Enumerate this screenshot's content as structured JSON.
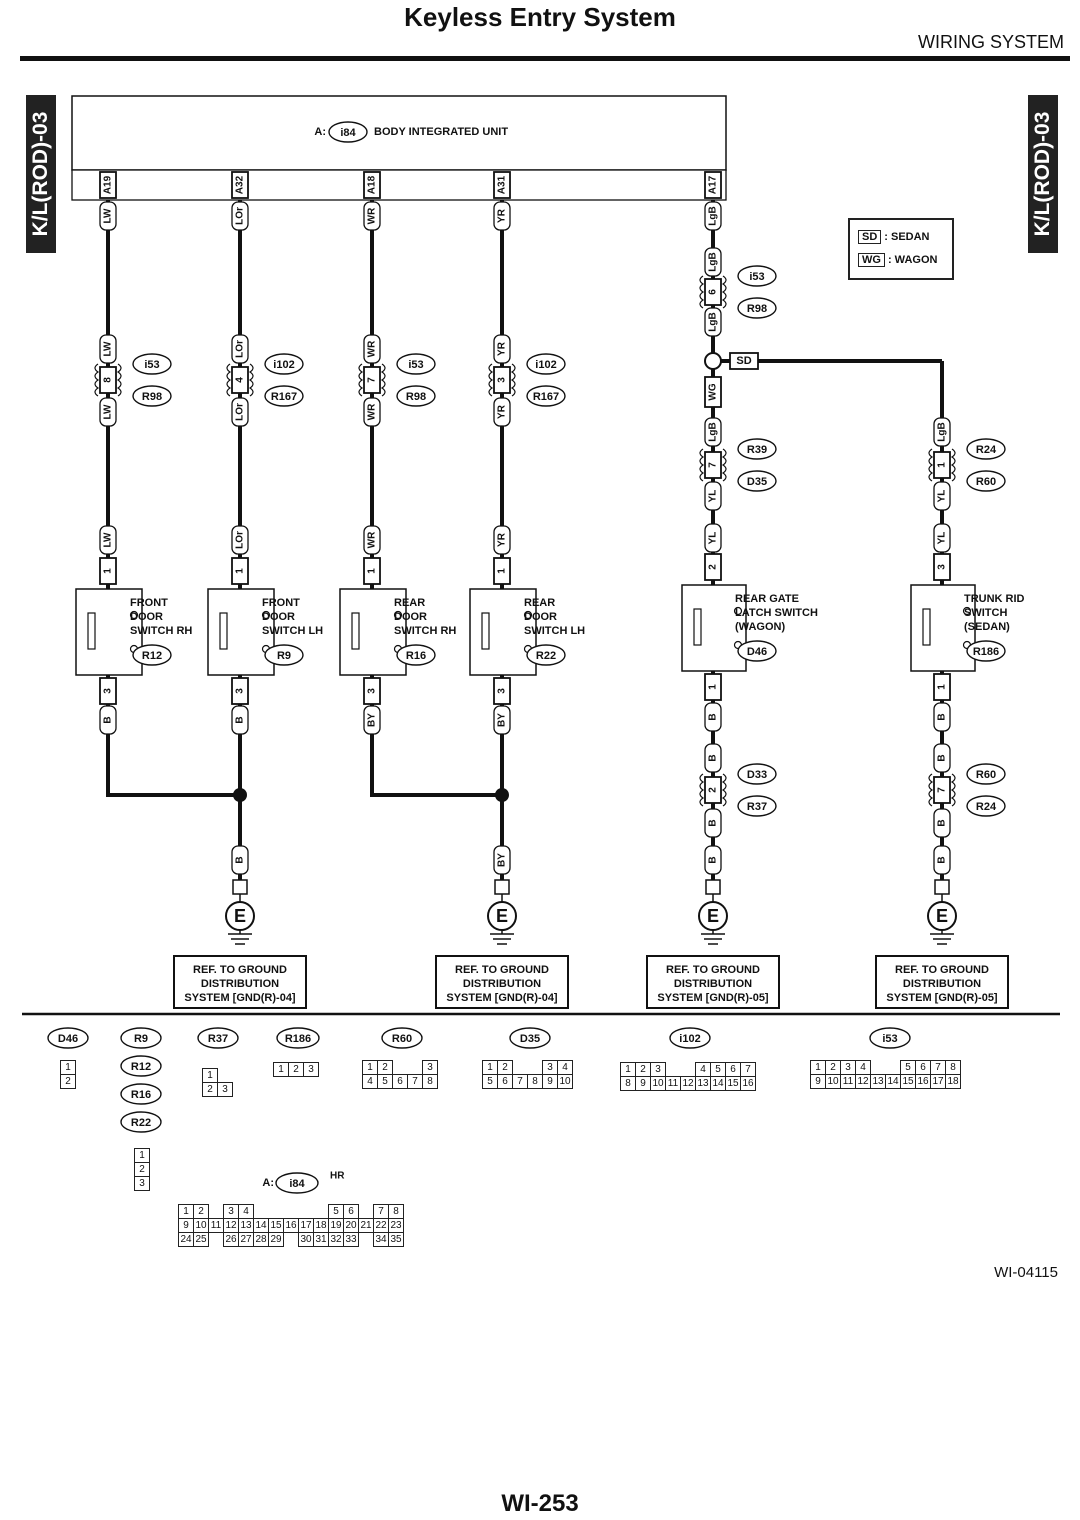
{
  "header": {
    "title": "Keyless Entry System",
    "section": "WIRING SYSTEM",
    "side_tab": "K/L(ROD)-03"
  },
  "body_unit": {
    "prefix": "A:",
    "connector": "i84",
    "label": "BODY INTEGRATED UNIT"
  },
  "legend": [
    {
      "code": "SD",
      "label": ": SEDAN"
    },
    {
      "code": "WG",
      "label": ": WAGON"
    }
  ],
  "splice": {
    "label": "SD",
    "wire_wg": "WG"
  },
  "circuits": [
    {
      "id": "c1",
      "pin": "A19",
      "wire": "LW",
      "conn_pin": "8",
      "conn_top": "i53",
      "conn_bot": "R98",
      "sw_pin_top": "1",
      "switch": [
        "FRONT",
        "DOOR",
        "SWITCH RH"
      ],
      "switch_conn": "R12",
      "sw_pin_bot": "3",
      "wire_out": "B"
    },
    {
      "id": "c2",
      "pin": "A32",
      "wire": "LOr",
      "conn_pin": "4",
      "conn_top": "i102",
      "conn_bot": "R167",
      "sw_pin_top": "1",
      "switch": [
        "FRONT",
        "DOOR",
        "SWITCH LH"
      ],
      "switch_conn": "R9",
      "sw_pin_bot": "3",
      "wire_out": "B"
    },
    {
      "id": "c3",
      "pin": "A18",
      "wire": "WR",
      "conn_pin": "7",
      "conn_top": "i53",
      "conn_bot": "R98",
      "sw_pin_top": "1",
      "switch": [
        "REAR",
        "DOOR",
        "SWITCH RH"
      ],
      "switch_conn": "R16",
      "sw_pin_bot": "3",
      "wire_out": "BY"
    },
    {
      "id": "c4",
      "pin": "A31",
      "wire": "YR",
      "conn_pin": "3",
      "conn_top": "i102",
      "conn_bot": "R167",
      "sw_pin_top": "1",
      "switch": [
        "REAR",
        "DOOR",
        "SWITCH LH"
      ],
      "switch_conn": "R22",
      "sw_pin_bot": "3",
      "wire_out": "BY"
    }
  ],
  "gate": {
    "pin": "A17",
    "wire": "LgB",
    "conn_pin": "6",
    "conn_top": "i53",
    "conn_bot": "R98",
    "conn2_pin": "7",
    "conn2_top": "R39",
    "conn2_bot": "D35",
    "wire2": "YL",
    "sw_pin_top": "2",
    "switch": [
      "REAR GATE",
      "LATCH SWITCH",
      "(WAGON)"
    ],
    "switch_conn": "D46",
    "sw_pin_bot": "1",
    "wire_out": "B",
    "conn3_pin": "2",
    "conn3_top": "D33",
    "conn3_bot": "R37"
  },
  "trunk": {
    "wire": "LgB",
    "conn_pin": "1",
    "conn_top": "R24",
    "conn_bot": "R60",
    "wire2": "YL",
    "sw_pin_top": "3",
    "switch": [
      "TRUNK RID",
      "SWITCH",
      "(SEDAN)"
    ],
    "switch_conn": "R186",
    "sw_pin_bot": "1",
    "wire_out": "B",
    "conn3_pin": "7",
    "conn3_top": "R60",
    "conn3_bot": "R24"
  },
  "grounds": [
    {
      "symbol": "E",
      "ref": [
        "REF. TO GROUND",
        "DISTRIBUTION",
        "SYSTEM [GND(R)-04]"
      ]
    },
    {
      "symbol": "E",
      "ref": [
        "REF. TO GROUND",
        "DISTRIBUTION",
        "SYSTEM [GND(R)-04]"
      ]
    },
    {
      "symbol": "E",
      "ref": [
        "REF. TO GROUND",
        "DISTRIBUTION",
        "SYSTEM [GND(R)-05]"
      ]
    },
    {
      "symbol": "E",
      "ref": [
        "REF. TO GROUND",
        "DISTRIBUTION",
        "SYSTEM [GND(R)-05]"
      ]
    }
  ],
  "connector_views": {
    "d46": {
      "label": "D46",
      "rows": [
        [
          "1"
        ],
        [
          "2"
        ]
      ]
    },
    "r9group": {
      "labels": [
        "R9",
        "R12",
        "R16",
        "R22"
      ],
      "rows": [
        [
          "1"
        ],
        [
          "2"
        ],
        [
          "3"
        ]
      ]
    },
    "r37": {
      "label": "R37",
      "rows": [
        [
          "1",
          ""
        ],
        [
          "2",
          "3"
        ]
      ]
    },
    "r186": {
      "label": "R186",
      "rows": [
        [
          "1",
          "2",
          "3"
        ]
      ]
    },
    "r60": {
      "label": "R60",
      "rows": [
        [
          "1",
          "2",
          "",
          "",
          "3"
        ],
        [
          "4",
          "5",
          "6",
          "7",
          "8"
        ]
      ]
    },
    "d35": {
      "label": "D35",
      "rows": [
        [
          "1",
          "2",
          "",
          "",
          "3",
          "4"
        ],
        [
          "5",
          "6",
          "7",
          "8",
          "9",
          "10"
        ]
      ]
    },
    "i102": {
      "label": "i102",
      "rows": [
        [
          "1",
          "2",
          "3",
          "",
          "",
          "4",
          "5",
          "6",
          "7"
        ],
        [
          "8",
          "9",
          "10",
          "11",
          "12",
          "13",
          "14",
          "15",
          "16"
        ]
      ]
    },
    "i53": {
      "label": "i53",
      "rows": [
        [
          "1",
          "2",
          "3",
          "4",
          "",
          "",
          "5",
          "6",
          "7",
          "8"
        ],
        [
          "9",
          "10",
          "11",
          "12",
          "13",
          "14",
          "15",
          "16",
          "17",
          "18"
        ]
      ]
    },
    "i84": {
      "prefix": "A:",
      "label": "i84",
      "suffix": "HR",
      "rows": [
        [
          "1",
          "2",
          "",
          "3",
          "4",
          "",
          "",
          "",
          "",
          "",
          "5",
          "6",
          "",
          "7",
          "8"
        ],
        [
          "9",
          "10",
          "11",
          "12",
          "13",
          "14",
          "15",
          "16",
          "17",
          "18",
          "19",
          "20",
          "21",
          "22",
          "23"
        ],
        [
          "24",
          "25",
          "",
          "26",
          "27",
          "28",
          "29",
          "",
          "30",
          "31",
          "32",
          "33",
          "",
          "34",
          "35"
        ]
      ]
    }
  },
  "footer": {
    "figure_id": "WI-04115",
    "page": "WI-253"
  }
}
